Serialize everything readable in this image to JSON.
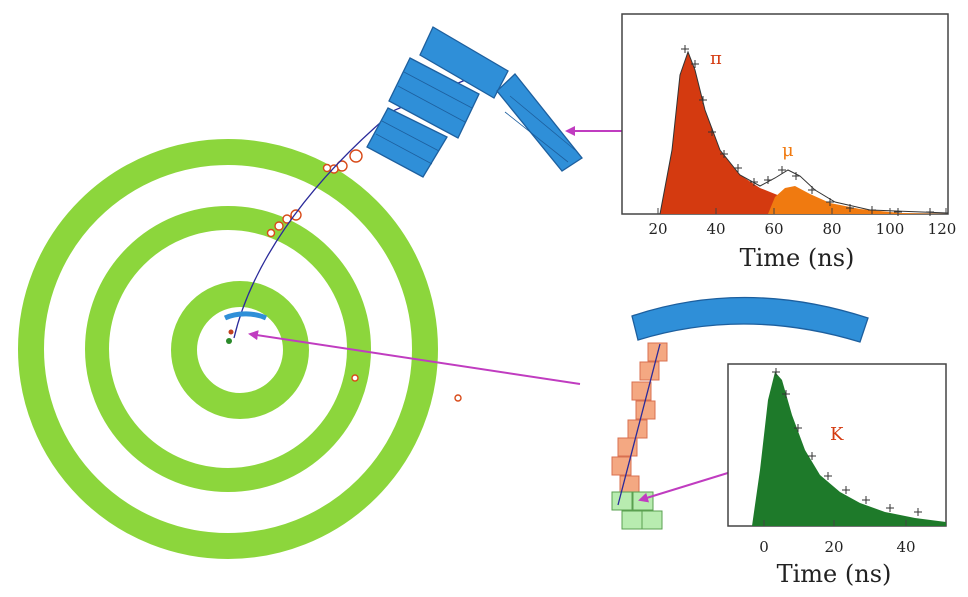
{
  "colors": {
    "ring": "#8cd63c",
    "ring_edge": "#6fb82a",
    "calorimeter": "#2f8fd8",
    "calorimeter_edge": "#1d5f9e",
    "track": "#2a2a9a",
    "arrow": "#c03cc0",
    "pion_fill": "#d43a10",
    "muon_fill": "#f07a10",
    "kaon_fill": "#1e7a2a",
    "pad_orange": "#f4a882",
    "pad_green": "#b8ecb0",
    "hit_circle": "#d84a18"
  },
  "plots": {
    "upper": {
      "pion_label": "π",
      "muon_label": "μ",
      "x_ticks": [
        "20",
        "40",
        "60",
        "80",
        "100",
        "120"
      ],
      "xlabel": "Time (ns)"
    },
    "lower": {
      "kaon_label": "K",
      "x_ticks": [
        "0",
        "20",
        "40"
      ],
      "xlabel": "Time (ns)"
    }
  }
}
